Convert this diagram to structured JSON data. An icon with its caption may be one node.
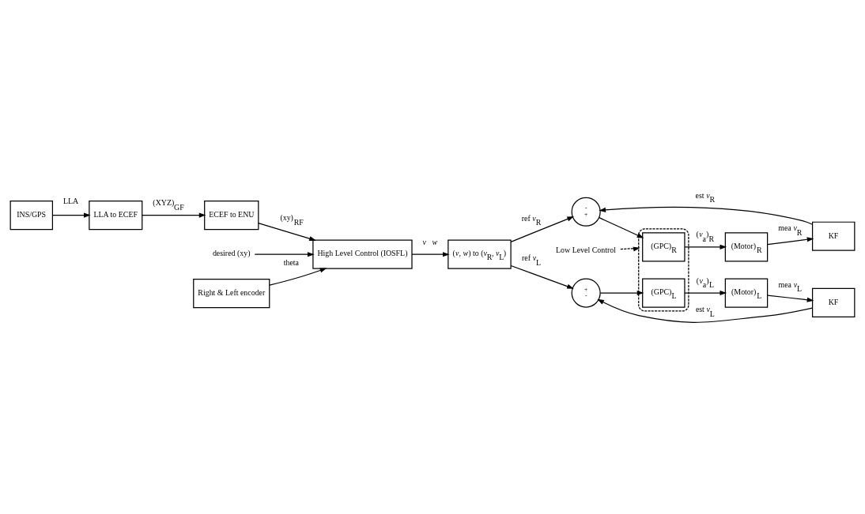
{
  "diagram": {
    "nodes": [
      {
        "text": [
          "INS/GPS"
        ]
      },
      {
        "text": [
          "LLA to ECEF"
        ]
      },
      {
        "text": [
          "ECEF to ENU"
        ]
      },
      {
        "text": [
          "desired (xy)"
        ]
      },
      {
        "text": [
          "High Level Control (IOSFL)"
        ]
      },
      {
        "text": [
          "Right & Left encoder"
        ]
      },
      {
        "text": [
          "(*v*, *w*) to (*v*$_{R}$, *v*$_{L}$)"
        ]
      },
      {
        "text": [],
        "shape": "box"
      },
      {
        "text": [
          "(GPC)$_{R}$"
        ],
        "in": 7
      },
      {
        "text": [
          "(GPC)$_{L}$"
        ],
        "in": 7
      },
      {
        "text": [
          "Low Level Control"
        ]
      },
      {
        "text": [
          "-",
          "+"
        ]
      },
      {
        "text": [
          "+",
          "-"
        ]
      },
      {
        "text": [
          "(Motor)$_{R}$"
        ]
      },
      {
        "text": [
          "(Motor)$_{L}$"
        ]
      },
      {
        "text": [
          "KF"
        ]
      },
      {
        "text": [
          "KF"
        ]
      }
    ],
    "edges": [
      {
        "from": 0,
        "to": 1,
        "arrow": "to",
        "label": "LLA"
      },
      {
        "from": 1,
        "to": 2,
        "arrow": "to",
        "label": "(XYZ)$_{GF}$"
      },
      {
        "from": 2,
        "to": 4,
        "arrow": "to",
        "label": "(xy)$_{RF}$"
      },
      {
        "from": 3,
        "to": 4,
        "arrow": "to"
      },
      {
        "from": 5,
        "to": 4,
        "arrow": "to",
        "label": "theta"
      },
      {
        "from": 4,
        "to": 6,
        "arrow": "to",
        "label": "*v*   *w*"
      },
      {
        "from": 6,
        "to": 11,
        "arrow": "to",
        "label": "ref *v*$_{R}$"
      },
      {
        "from": 6,
        "to": 12,
        "arrow": "to",
        "label": "ref *v*$_{L}$"
      },
      {
        "from": 11,
        "to": 8,
        "arrow": "to"
      },
      {
        "from": 12,
        "to": 9,
        "arrow": "to"
      },
      {
        "from": 8,
        "to": 13,
        "arrow": "to",
        "label": "(*v*$_{a}$)$_{R}$"
      },
      {
        "from": 9,
        "to": 14,
        "arrow": "to",
        "label": "(*v*$_{a}$)$_{L}$"
      },
      {
        "from": 13,
        "to": 15,
        "arrow": "to",
        "label": "mea *v*$_{R}$"
      },
      {
        "from": 14,
        "to": 16,
        "arrow": "to",
        "label": "mea *v*$_{L}$"
      },
      {
        "from": 15,
        "to": 11,
        "arrow": "to",
        "label": "est *v*$_{R}$"
      },
      {
        "from": 16,
        "to": 12,
        "arrow": "to",
        "label": "est *v*$_{L}$"
      },
      {
        "from": 10,
        "to": 7,
        "arrow": "to",
        "style": "dashed"
      }
    ]
  }
}
